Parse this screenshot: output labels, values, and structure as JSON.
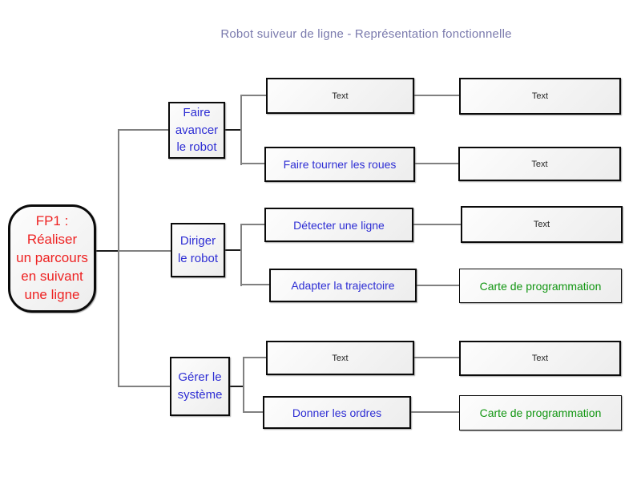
{
  "title": "Robot suiveur de ligne - Représentation fonctionnelle",
  "colors": {
    "title_text": "#7a7aad",
    "root_text": "#ee2222",
    "function_text": "#2e2ed4",
    "placeholder_text": "#262626",
    "component_text": "#129612",
    "connector_gray": "#808080",
    "connector_black": "#1c1c1c",
    "node_border": "#0a0a0a"
  },
  "diagram": {
    "root": {
      "label": "FP1 :\nRéaliser\nun parcours\nen suivant\nune ligne"
    },
    "groups": [
      {
        "function": "Faire\navancer\nle robot",
        "solutions": [
          "Text",
          "Faire tourner les roues"
        ],
        "components": [
          "Text",
          "Text"
        ]
      },
      {
        "function": "Diriger\nle robot",
        "solutions": [
          "Détecter une ligne",
          "Adapter la trajectoire"
        ],
        "components": [
          "Text",
          "Carte de programmation"
        ]
      },
      {
        "function": "Gérer le\nsystème",
        "solutions": [
          "Text",
          "Donner les ordres"
        ],
        "components": [
          "Text",
          "Carte de programmation"
        ]
      }
    ]
  }
}
